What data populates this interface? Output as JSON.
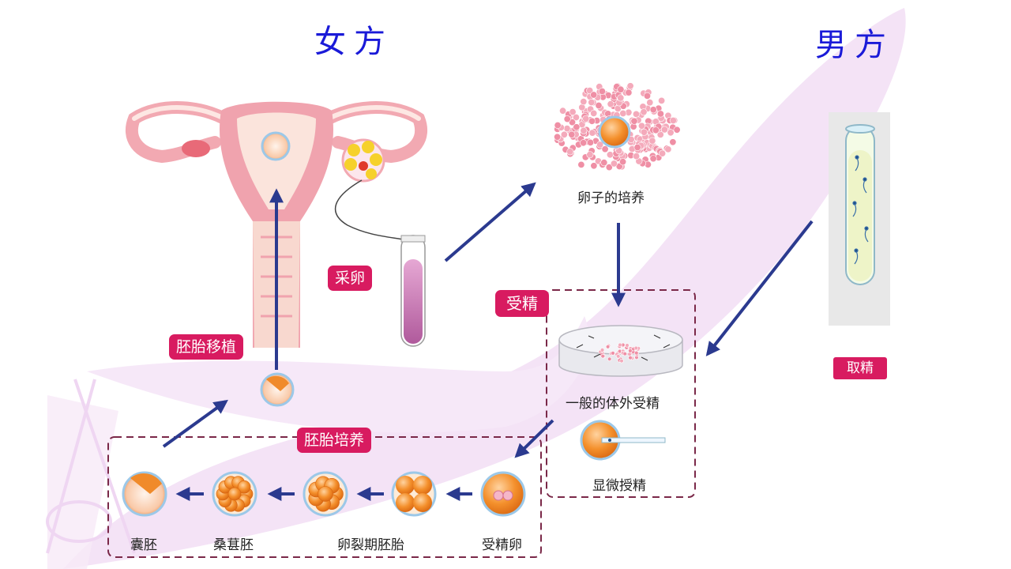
{
  "headings": {
    "female": "女方",
    "male": "男方"
  },
  "tags": {
    "egg_retrieval": "采卵",
    "fertilization": "受精",
    "embryo_transfer": "胚胎移植",
    "embryo_culture": "胚胎培养",
    "sperm_collection": "取精"
  },
  "captions": {
    "egg_culture": "卵子的培养",
    "conventional_ivf": "一般的体外受精",
    "icsi": "显微授精",
    "fertilized_egg": "受精卵",
    "cleavage_embryo": "卵裂期胚胎",
    "morula": "桑葚胚",
    "blastocyst": "囊胚"
  },
  "colors": {
    "heading": "#1a1ad8",
    "tag": "#d81b60",
    "arrow": "#2b3a8f",
    "dashed_box": "#7a2848",
    "background_swoosh": "#f4e3f6",
    "cell": "#f08a2a",
    "cumulus": "#ef8fa5"
  }
}
